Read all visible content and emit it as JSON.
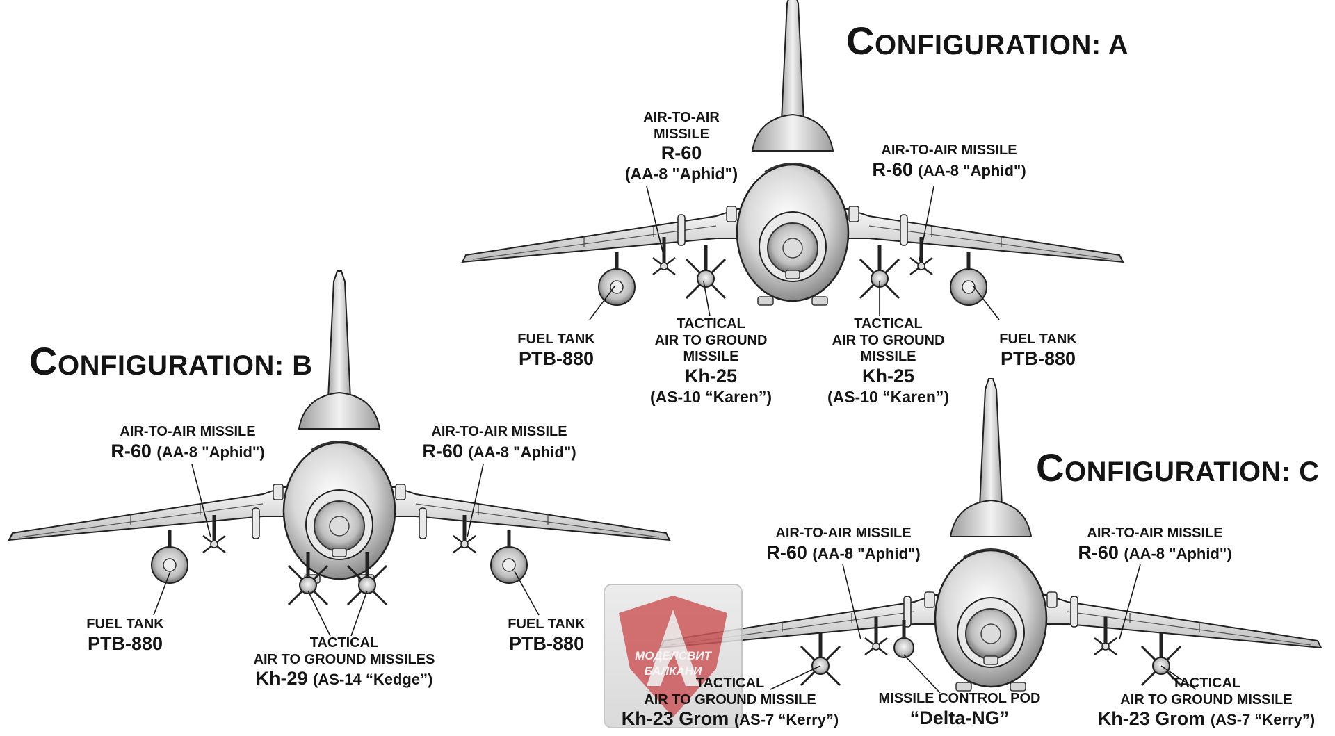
{
  "configurations": {
    "a": {
      "title_prefix": "C",
      "title_rest": "ONFIGURATION: A",
      "labels": {
        "aam_left": {
          "line1": "AIR-TO-AIR",
          "line2": "MISSILE",
          "name": "R-60",
          "designation": "(AA-8 \"Aphid\")"
        },
        "aam_right": {
          "line1": "AIR-TO-AIR MISSILE",
          "name": "R-60",
          "designation": "(AA-8 \"Aphid\")"
        },
        "fuel_left": {
          "line1": "FUEL TANK",
          "name": "PTB-880"
        },
        "fuel_right": {
          "line1": "FUEL TANK",
          "name": "PTB-880"
        },
        "agm_left": {
          "line1": "TACTICAL",
          "line2": "AIR TO GROUND",
          "line3": "MISSILE",
          "name": "Kh-25",
          "designation": "(AS-10 “Karen”)"
        },
        "agm_right": {
          "line1": "TACTICAL",
          "line2": "AIR TO GROUND",
          "line3": "MISSILE",
          "name": "Kh-25",
          "designation": "(AS-10 “Karen”)"
        }
      }
    },
    "b": {
      "title_prefix": "C",
      "title_rest": "ONFIGURATION: B",
      "labels": {
        "aam_left": {
          "line1": "AIR-TO-AIR MISSILE",
          "name": "R-60",
          "designation": "(AA-8 \"Aphid\")"
        },
        "aam_right": {
          "line1": "AIR-TO-AIR MISSILE",
          "name": "R-60",
          "designation": "(AA-8 \"Aphid\")"
        },
        "fuel_left": {
          "line1": "FUEL TANK",
          "name": "PTB-880"
        },
        "fuel_right": {
          "line1": "FUEL TANK",
          "name": "PTB-880"
        },
        "agm": {
          "line1": "TACTICAL",
          "line2": "AIR TO GROUND MISSILES",
          "name": "Kh-29",
          "designation": "(AS-14 “Kedge”)"
        }
      }
    },
    "c": {
      "title_prefix": "C",
      "title_rest": "ONFIGURATION: C",
      "labels": {
        "aam_left": {
          "line1": "AIR-TO-AIR MISSILE",
          "name": "R-60",
          "designation": "(AA-8 \"Aphid\")"
        },
        "aam_right": {
          "line1": "AIR-TO-AIR MISSILE",
          "name": "R-60",
          "designation": "(AA-8 \"Aphid\")"
        },
        "agm_left": {
          "line1": "TACTICAL",
          "line2": "AIR TO GROUND MISSILE",
          "name": "Kh-23 Grom",
          "designation": "(AS-7 “Kerry”)"
        },
        "pod": {
          "line1": "MISSILE CONTROL POD",
          "name": "“Delta-NG”"
        },
        "agm_right": {
          "line1": "TACTICAL",
          "line2": "AIR TO GROUND MISSILE",
          "name": "Kh-23 Grom",
          "designation": "(AS-7 “Kerry”)"
        }
      }
    }
  },
  "watermark": {
    "line1": "МОДЕЛСВИТ",
    "line2": "БАЛКАНИ"
  },
  "colors": {
    "ink": "#141414",
    "metal_light": "#f2f2f2",
    "metal_dark": "#7a7a7a",
    "watermark_red": "#c0262a"
  }
}
